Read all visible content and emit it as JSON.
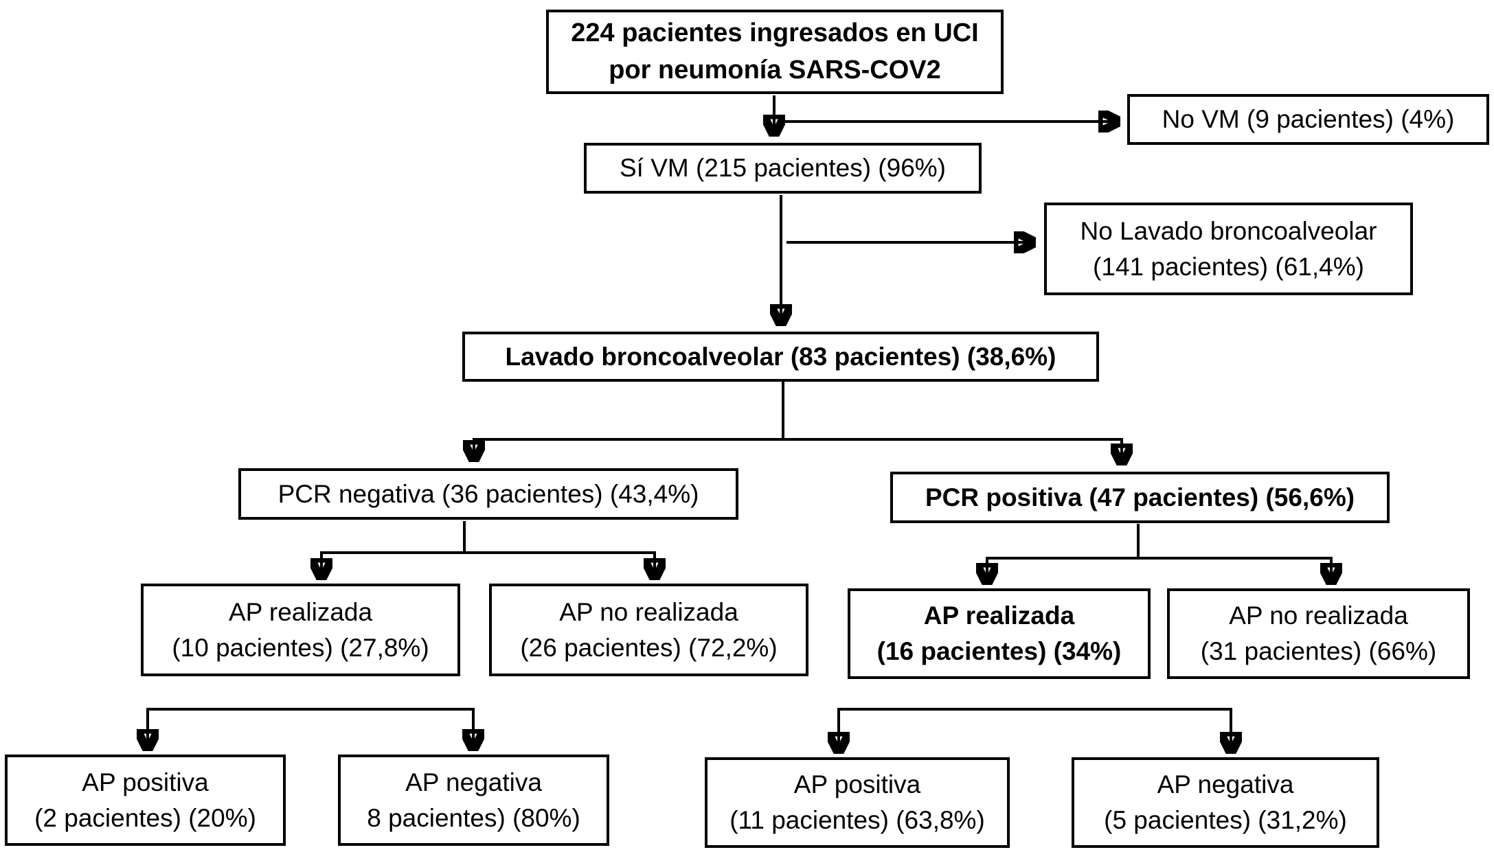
{
  "colors": {
    "background": "#ffffff",
    "line": "#000000",
    "text": "#000000"
  },
  "nodes": {
    "root": {
      "lines": [
        "224 pacientes ingresados en UCI",
        "por neumonía SARS-COV2"
      ],
      "bold": true
    },
    "no_vm": {
      "lines": [
        "No VM (9 pacientes) (4%)"
      ],
      "bold": false
    },
    "si_vm": {
      "lines": [
        "Sí VM (215 pacientes) (96%)"
      ],
      "bold": false
    },
    "no_bal": {
      "lines": [
        "No Lavado broncoalveolar",
        "(141 pacientes) (61,4%)"
      ],
      "bold": false
    },
    "bal": {
      "lines": [
        "Lavado broncoalveolar (83 pacientes) (38,6%)"
      ],
      "bold": true
    },
    "pcr_negativa": {
      "lines": [
        "PCR negativa (36 pacientes) (43,4%)"
      ],
      "bold": false
    },
    "pcr_positiva": {
      "lines": [
        "PCR positiva (47 pacientes) (56,6%)"
      ],
      "bold": true
    },
    "neg_ap_realizada": {
      "lines": [
        "AP realizada",
        "(10 pacientes) (27,8%)"
      ],
      "bold": false
    },
    "neg_ap_no_realizada": {
      "lines": [
        "AP no realizada",
        "(26 pacientes) (72,2%)"
      ],
      "bold": false
    },
    "pos_ap_realizada": {
      "lines": [
        "AP realizada",
        "(16 pacientes) (34%)"
      ],
      "bold": true
    },
    "pos_ap_no_realizada": {
      "lines": [
        "AP no realizada",
        "(31 pacientes) (66%)"
      ],
      "bold": false
    },
    "neg_ap_positiva": {
      "lines": [
        "AP positiva",
        "(2 pacientes) (20%)"
      ],
      "bold": false
    },
    "neg_ap_negativa": {
      "lines": [
        "AP negativa",
        "8 pacientes) (80%)"
      ],
      "bold": false
    },
    "pos_ap_positiva": {
      "lines": [
        "AP positiva",
        "(11 pacientes) (63,8%)"
      ],
      "bold": false
    },
    "pos_ap_negativa": {
      "lines": [
        "AP negativa",
        "(5 pacientes) (31,2%)"
      ],
      "bold": false
    }
  }
}
